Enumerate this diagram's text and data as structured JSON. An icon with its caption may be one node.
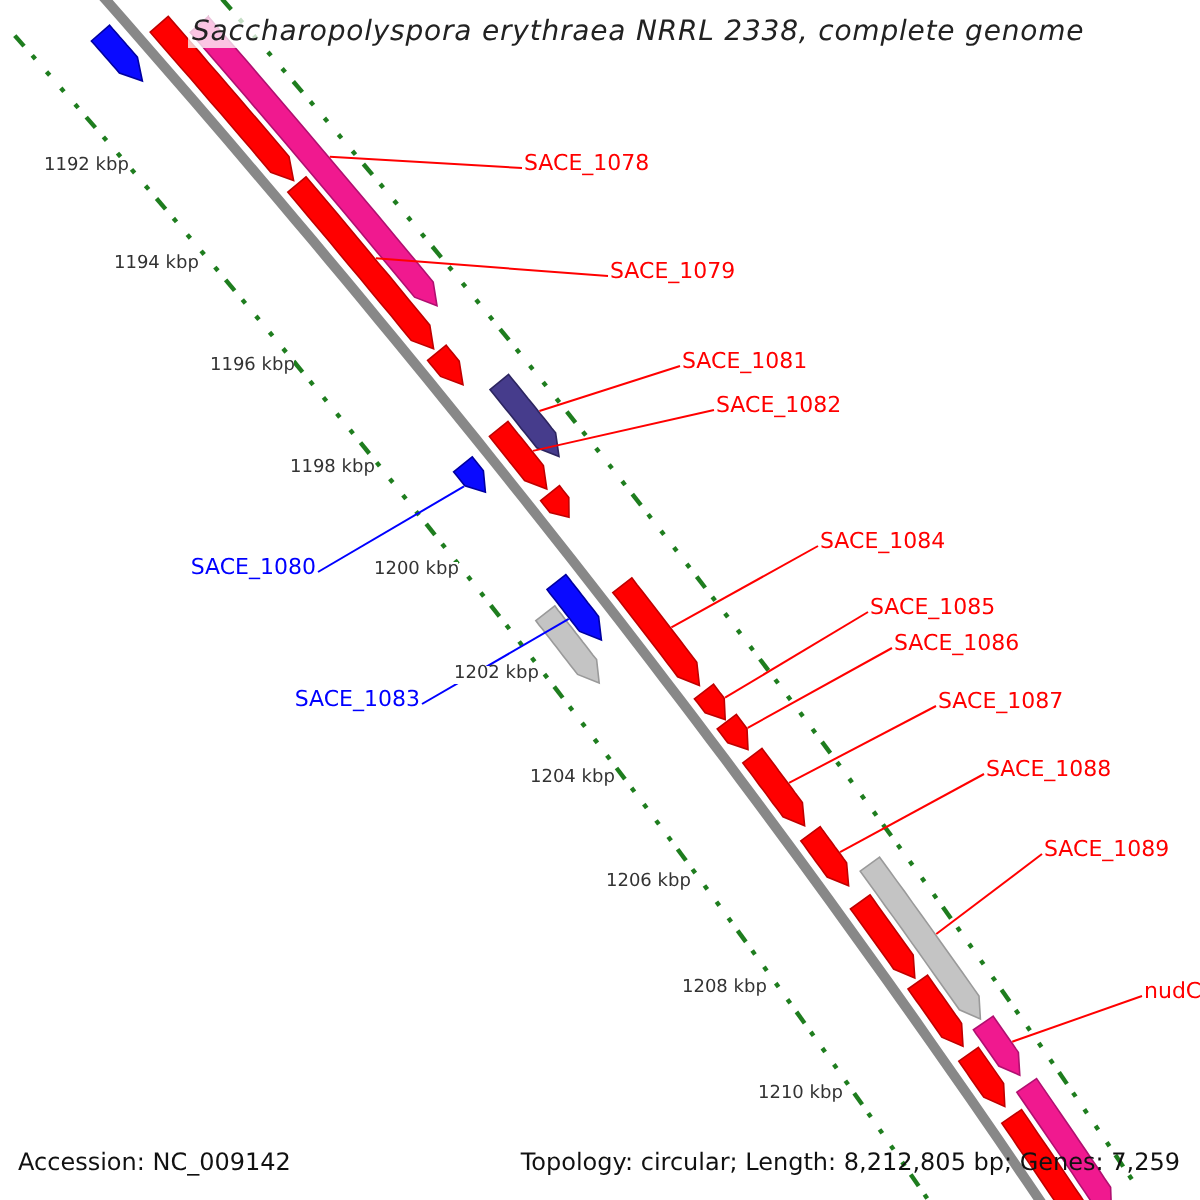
{
  "diagram": {
    "title": "Saccharopolyspora erythraea NRRL 2338, complete genome",
    "nodes": [
      {
        "text": [
          "SACE_1078"
        ]
      },
      {
        "text": [
          "SACE_1079"
        ]
      },
      {
        "text": [
          "SACE_1081"
        ]
      },
      {
        "text": [
          "SACE_1082"
        ]
      },
      {
        "text": [
          "SACE_1084"
        ]
      },
      {
        "text": [
          "SACE_1080"
        ]
      },
      {
        "text": [
          "SACE_1085"
        ]
      },
      {
        "text": [
          "SACE_1086"
        ]
      },
      {
        "text": [
          "SACE_1083"
        ]
      },
      {
        "text": [
          "SACE_1087"
        ]
      },
      {
        "text": [
          "SACE_1088"
        ]
      },
      {
        "text": [
          "SACE_1089"
        ]
      },
      {
        "text": [
          "nudC"
        ]
      },
      {
        "text": [],
        "shape": "bar"
      },
      {
        "text": [],
        "shape": "bar"
      },
      {
        "text": [],
        "shape": "bar"
      },
      {
        "text": [],
        "shape": "bar"
      },
      {
        "text": [],
        "shape": "bar"
      },
      {
        "text": [],
        "shape": "bar"
      },
      {
        "text": [],
        "shape": "bar"
      },
      {
        "text": [],
        "shape": "bar"
      },
      {
        "text": [],
        "shape": "bar"
      },
      {
        "text": [],
        "shape": "bar"
      },
      {
        "text": [],
        "shape": "bar"
      },
      {
        "text": [],
        "shape": "bar"
      },
      {
        "text": [],
        "shape": "bar"
      },
      {
        "text": [],
        "shape": "bar"
      },
      {
        "text": [],
        "shape": "bar"
      },
      {
        "text": [],
        "shape": "bar"
      },
      {
        "text": [],
        "shape": "bar"
      },
      {
        "text": [],
        "shape": "bar"
      },
      {
        "text": [],
        "shape": "bar"
      },
      {
        "text": [],
        "shape": "bar"
      },
      {
        "text": [],
        "shape": "bar"
      },
      {
        "text": [],
        "shape": "bar"
      },
      {
        "text": [],
        "shape": "bar"
      }
    ],
    "edges": [
      {
        "from": 0,
        "to": 13,
        "arrow": "none"
      },
      {
        "from": 1,
        "to": 16,
        "arrow": "none"
      },
      {
        "from": 2,
        "to": 18,
        "arrow": "none"
      },
      {
        "from": 3,
        "to": 19,
        "arrow": "none"
      },
      {
        "from": 4,
        "to": 24,
        "arrow": "none"
      },
      {
        "from": 5,
        "to": 20,
        "arrow": "none",
        "color": "#0000ff"
      },
      {
        "from": 6,
        "to": 25,
        "arrow": "none"
      },
      {
        "from": 7,
        "to": 26,
        "arrow": "none"
      },
      {
        "from": 8,
        "to": 22,
        "arrow": "none",
        "color": "#0000ff"
      },
      {
        "from": 9,
        "to": 27,
        "arrow": "none"
      },
      {
        "from": 10,
        "to": 28,
        "arrow": "none"
      },
      {
        "from": 11,
        "to": 29,
        "arrow": "none"
      },
      {
        "from": 12,
        "to": 32,
        "arrow": "none"
      }
    ],
    "labels": [
      "1192 kbp",
      "1194 kbp",
      "1196 kbp",
      "1198 kbp",
      "1200 kbp",
      "1202 kbp",
      "1204 kbp",
      "1206 kbp",
      "1208 kbp",
      "1210 kbp",
      "Accession: NC_009142",
      "Topology: circular; Length: 8,212,805 bp; Genes: 7,259"
    ]
  }
}
